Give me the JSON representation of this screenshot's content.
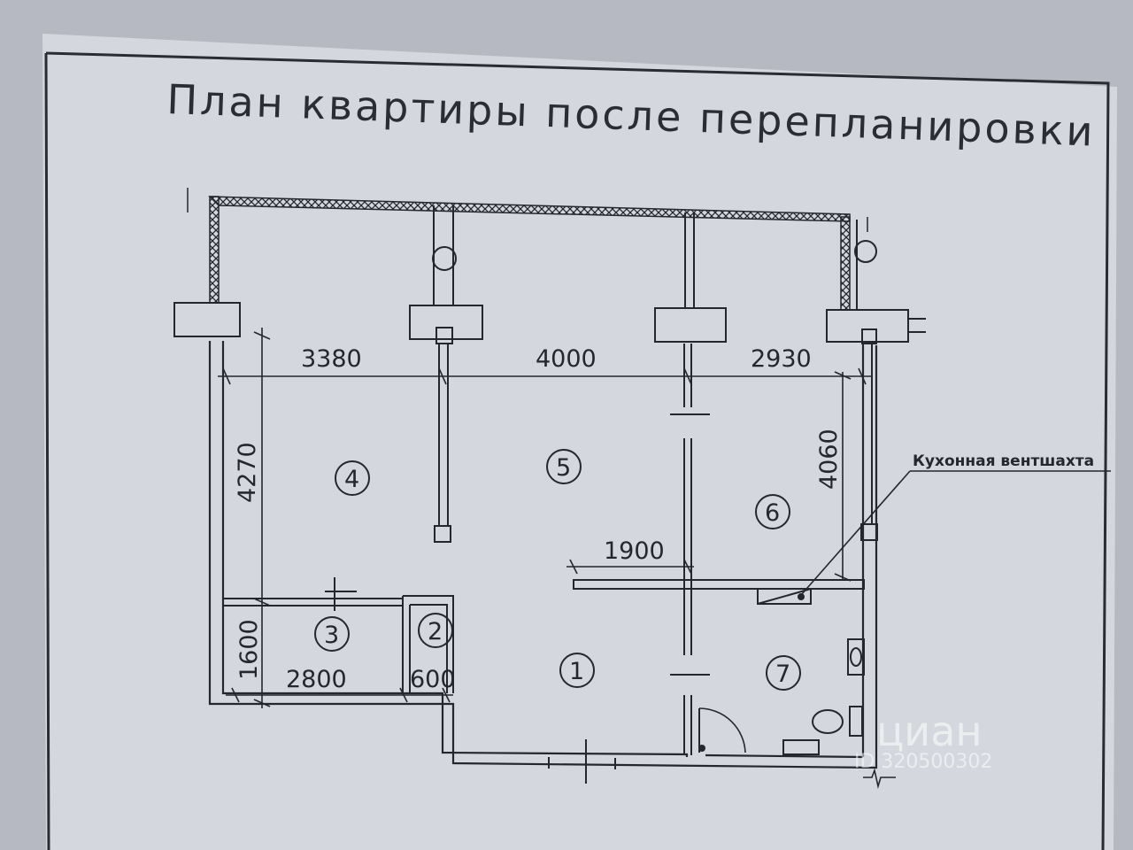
{
  "title": "План квартиры после перепланировки",
  "dimensions": {
    "d3380": "3380",
    "d4000": "4000",
    "d2930": "2930",
    "d4270": "4270",
    "d4060": "4060",
    "d1900": "1900",
    "d1600": "1600",
    "d2800": "2800",
    "d600": "600"
  },
  "rooms": {
    "r1": "1",
    "r2": "2",
    "r3": "3",
    "r4": "4",
    "r5": "5",
    "r6": "6",
    "r7": "7"
  },
  "callout": "Кухонная вентшахта",
  "watermark": {
    "brand": "циан",
    "id": "ID 320500302"
  },
  "colors": {
    "paper": "#d3d6dc",
    "ink": "#25272d",
    "background": "#b9bcc4"
  }
}
